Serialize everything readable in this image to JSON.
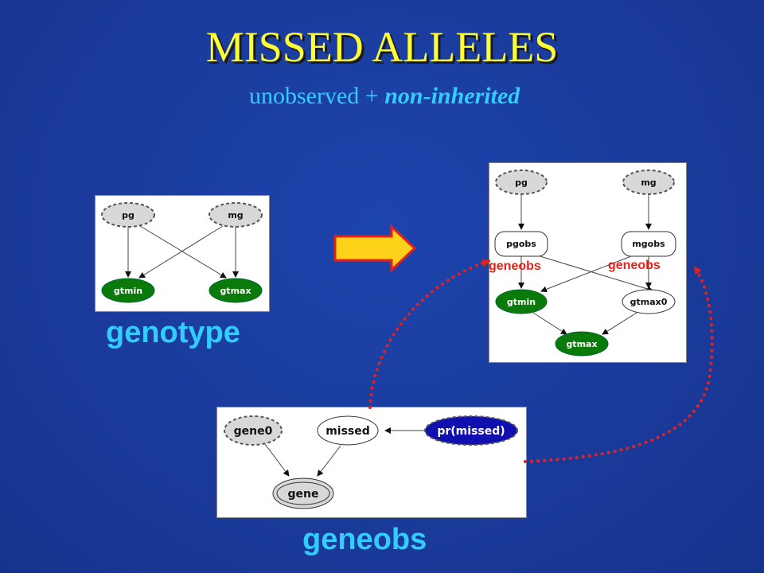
{
  "slide": {
    "title": "MISSED ALLELES",
    "subtitle_plain": "unobserved + ",
    "subtitle_emphasis": "non-inherited"
  },
  "genotype_panel": {
    "caption": "genotype",
    "nodes": {
      "pg": "pg",
      "mg": "mg",
      "gtmin": "gtmin",
      "gtmax": "gtmax"
    }
  },
  "expanded_panel": {
    "nodes": {
      "pg": "pg",
      "mg": "mg",
      "pgobs": "pgobs",
      "mgobs": "mgobs",
      "gtmin": "gtmin",
      "gtmax0": "gtmax0",
      "gtmax": "gtmax"
    },
    "link_labels": {
      "left": "geneobs",
      "right": "geneobs"
    }
  },
  "geneobs_panel": {
    "caption": "geneobs",
    "nodes": {
      "gene0": "gene0",
      "missed": "missed",
      "pr_missed": "pr(missed)",
      "gene": "gene"
    }
  },
  "colors": {
    "background": "#1a3a9a",
    "title": "#ffff33",
    "caption": "#33ccff",
    "node_green": "#0a7a0a",
    "node_gray": "#d8d8d8",
    "node_blue": "#1010b0",
    "link_red": "#e8201a",
    "arrow_fill": "#ffd21a",
    "arrow_outline": "#e8201a"
  },
  "icons": {
    "transform_arrow": "right-arrow-icon"
  }
}
